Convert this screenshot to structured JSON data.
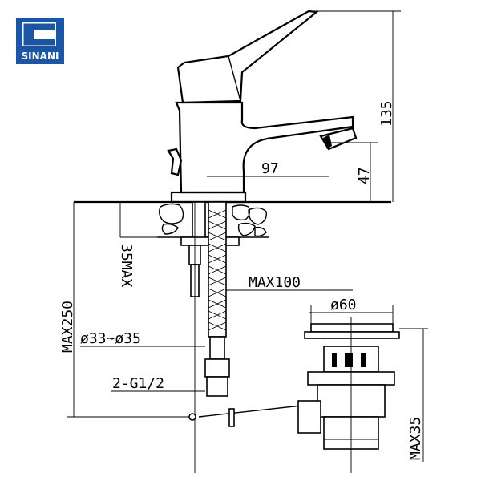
{
  "brand": {
    "name": "SINANI",
    "color": "#1a56a8"
  },
  "dimensions": {
    "height_total": "135",
    "spout_reach": "97",
    "spout_height": "47",
    "max_250": "MAX250",
    "max_35_top": "35MAX",
    "max_100": "MAX100",
    "hole_diameter": "ø33~ø35",
    "connection": "2-G1/2",
    "drain_diameter": "ø60",
    "max_35_drain": "MAX35"
  }
}
